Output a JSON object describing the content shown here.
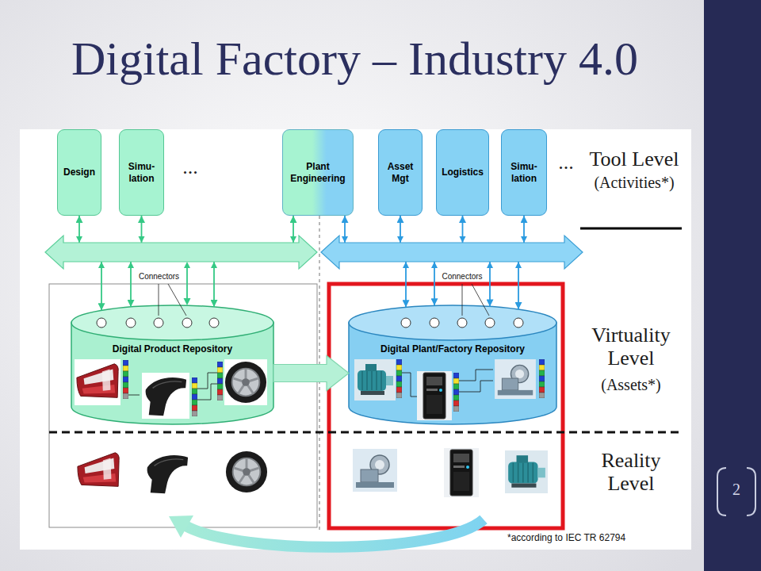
{
  "diagram": {
    "title": "Digital Factory – Industry 4.0",
    "nodes": [
      {
        "text": [
          "Design"
        ]
      },
      {
        "text": [
          "Simu- lation"
        ]
      },
      {
        "text": [
          "Plant Engineering"
        ]
      },
      {
        "text": [
          "Asset Mgt"
        ]
      },
      {
        "text": [
          "Logistics"
        ]
      },
      {
        "text": [
          "Simu- lation"
        ]
      },
      {
        "text": [
          "Digital Product Repository"
        ]
      },
      {
        "text": [
          "Digital Plant/Factory Repository"
        ]
      }
    ],
    "edges": [
      {
        "from": 0,
        "to": 6,
        "arrow": "both"
      },
      {
        "from": 1,
        "to": 6,
        "arrow": "both"
      },
      {
        "from": 2,
        "to": 6,
        "arrow": "both"
      },
      {
        "from": 2,
        "to": 7,
        "arrow": "both"
      },
      {
        "from": 3,
        "to": 7,
        "arrow": "both"
      },
      {
        "from": 4,
        "to": 7,
        "arrow": "both"
      },
      {
        "from": 5,
        "to": 7,
        "arrow": "both"
      },
      {
        "from": 6,
        "to": 7,
        "arrow": "to"
      }
    ],
    "labels": [
      "...",
      "...",
      "Tool Level",
      "(Activities*)",
      "Connectors",
      "Connectors",
      "Virtuality Level",
      "(Assets*)",
      "Reality Level",
      "*according to IEC TR 62794",
      "2"
    ]
  }
}
